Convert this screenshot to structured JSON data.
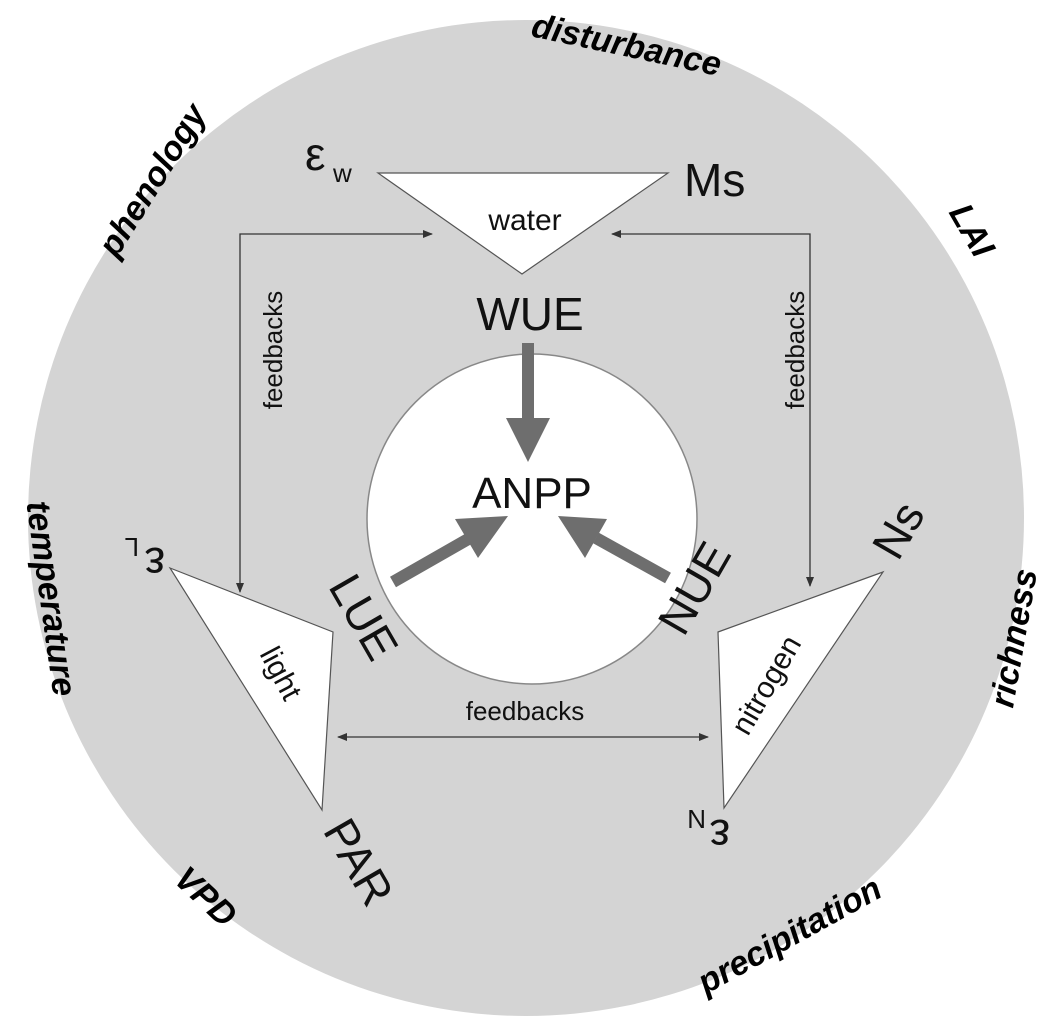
{
  "colors": {
    "outer_circle": "#d4d4d4",
    "inner_circle": "#ffffff",
    "thick_arrow": "#6e6e6e",
    "thin_line": "#333333"
  },
  "outer_labels": {
    "disturbance": "disturbance",
    "phenology": "phenology",
    "lai": "LAI",
    "temperature": "temperature",
    "richness": "richness",
    "vpd": "VPD",
    "precipitation": "precipitation"
  },
  "water": {
    "triangle_label": "water",
    "efficiency": "WUE",
    "epsilon": "ε",
    "epsilon_sub": "w",
    "supply": "Ms"
  },
  "light": {
    "triangle_label": "light",
    "efficiency": "LUE",
    "epsilon": "ε",
    "epsilon_sub": "L",
    "supply": "PAR"
  },
  "nitrogen": {
    "triangle_label": "nitrogen",
    "efficiency": "NUE",
    "epsilon": "ε",
    "epsilon_sub": "N",
    "supply": "Ns"
  },
  "center": "ANPP",
  "feedbacks": {
    "left": "feedbacks",
    "right": "feedbacks",
    "bottom": "feedbacks"
  }
}
